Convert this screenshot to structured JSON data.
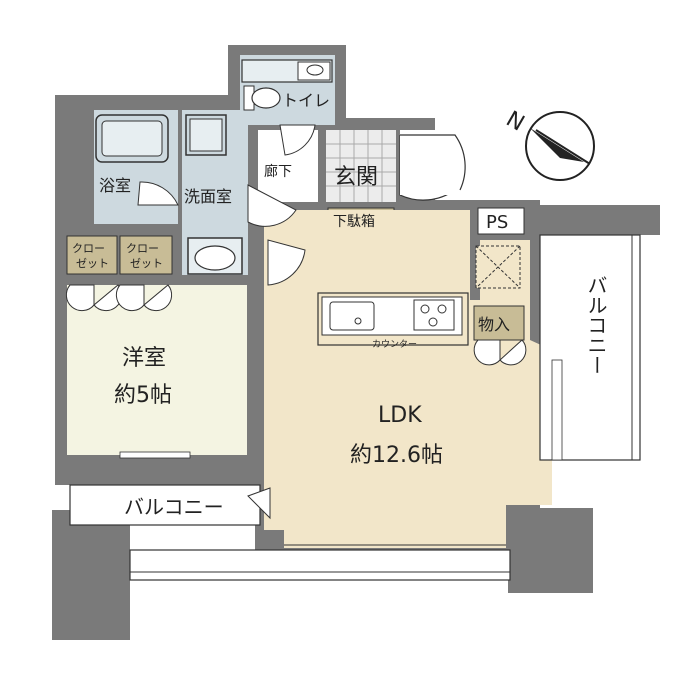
{
  "rooms": {
    "toilet": "トイレ",
    "bath": "浴室",
    "washroom": "洗面室",
    "corridor": "廊下",
    "entrance": "玄関",
    "shoe_box": "下駄箱",
    "ps": "PS",
    "closet_1_line1": "クロー",
    "closet_1_line2": "ゼット",
    "closet_2_line1": "クロー",
    "closet_2_line2": "ゼット",
    "western_name": "洋室",
    "western_size": "約5帖",
    "storage": "物入",
    "counter": "カウンター",
    "ldk_name": "LDK",
    "ldk_size": "約12.6帖",
    "balcony_right": "バルコニー",
    "balcony_bottom": "バルコニー"
  },
  "colors": {
    "wall": "#7a7a7a",
    "ldk_floor": "#f2e6c9",
    "western_floor": "#f4f4e2",
    "wet_area": "#cdd9df",
    "entrance_floor": "#ececec",
    "storage_fill": "#c8bc96",
    "line": "#333333"
  }
}
